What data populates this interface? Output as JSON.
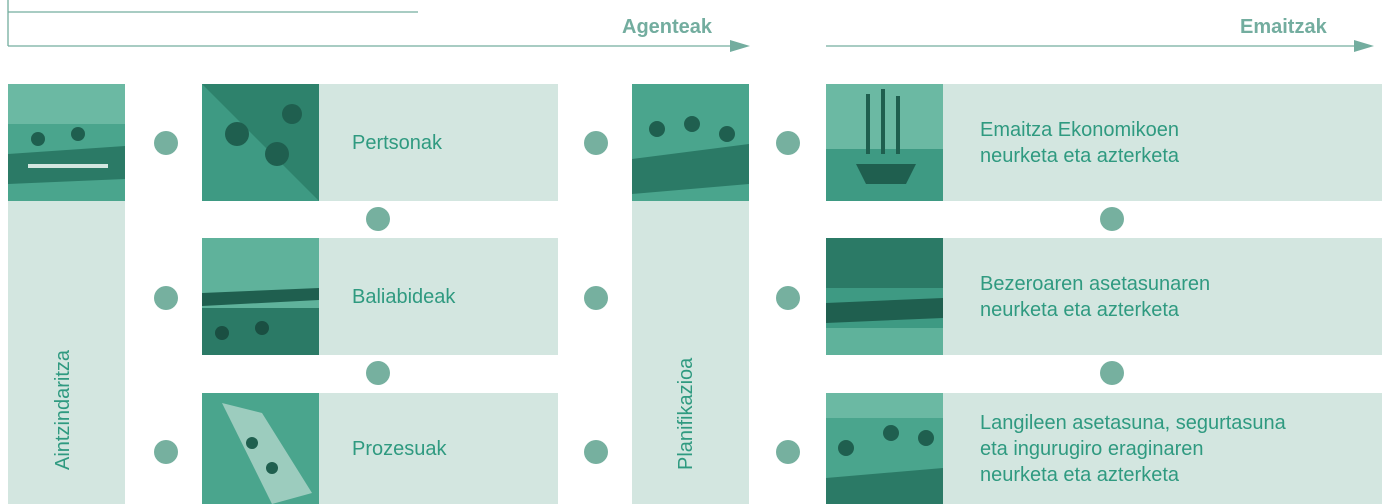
{
  "colors": {
    "panel": "#d3e6e0",
    "accent": "#2f9a80",
    "dot": "#76b09f",
    "arrow": "#73ad9f"
  },
  "headers": {
    "agents": "Agenteak",
    "results": "Emaitzak"
  },
  "columns": {
    "leadership": "Aintzindaritza",
    "planning": "Planifikazioa"
  },
  "agents": [
    {
      "label": "Pertsonak"
    },
    {
      "label": "Baliabideak"
    },
    {
      "label": "Prozesuak"
    }
  ],
  "results": [
    {
      "line1": "Emaitza Ekonomikoen",
      "line2": "neurketa eta azterketa",
      "line3": ""
    },
    {
      "line1": "Bezeroaren asetasunaren",
      "line2": "neurketa eta azterketa",
      "line3": ""
    },
    {
      "line1": "Langileen asetasuna, segurtasuna",
      "line2": "eta ingurugiro eraginaren",
      "line3": "neurketa eta azterketa"
    }
  ]
}
